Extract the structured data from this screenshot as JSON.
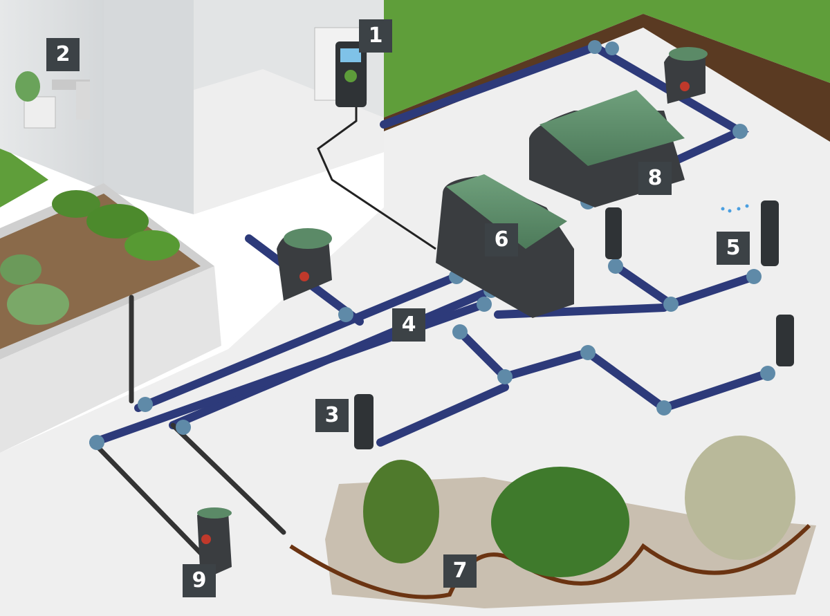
{
  "labels": {
    "controller": "1",
    "rain_sensor": "2",
    "sprinkler_front": "3",
    "main_pipes": "4",
    "sprinkler_spray": "5",
    "valve_box_large": "6",
    "drip_line": "7",
    "valve_box_rear": "8",
    "water_tap_box": "9"
  },
  "colors": {
    "lawn": "#5f9e3a",
    "pipe": "#2d3a7a",
    "fitting": "#5f8aa8",
    "box_lid": "#5b8a67",
    "box_body": "#3a3d40",
    "soil": "#7a4a2a",
    "drip": "#6b3412",
    "badge": "#3c4246"
  }
}
